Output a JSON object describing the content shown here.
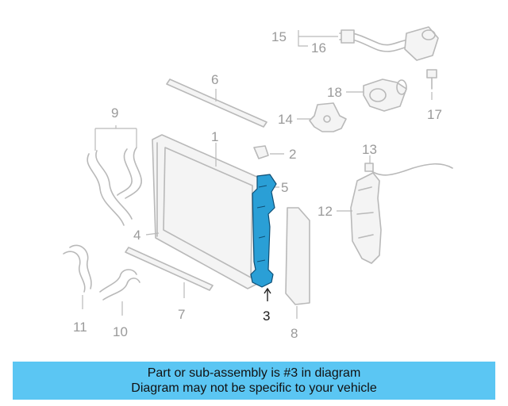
{
  "callouts": {
    "c1": "1",
    "c2": "2",
    "c3": "3",
    "c4": "4",
    "c5": "5",
    "c6": "6",
    "c7": "7",
    "c8": "8",
    "c9": "9",
    "c10": "10",
    "c11": "11",
    "c12": "12",
    "c13": "13",
    "c14": "14",
    "c15": "15",
    "c16": "16",
    "c17": "17",
    "c18": "18"
  },
  "highlight_color": "#2a9fd6",
  "banner": {
    "line1": "Part or sub-assembly is #3 in diagram",
    "line2": "Diagram may not be specific to your vehicle",
    "color": "#5bc6f3"
  }
}
